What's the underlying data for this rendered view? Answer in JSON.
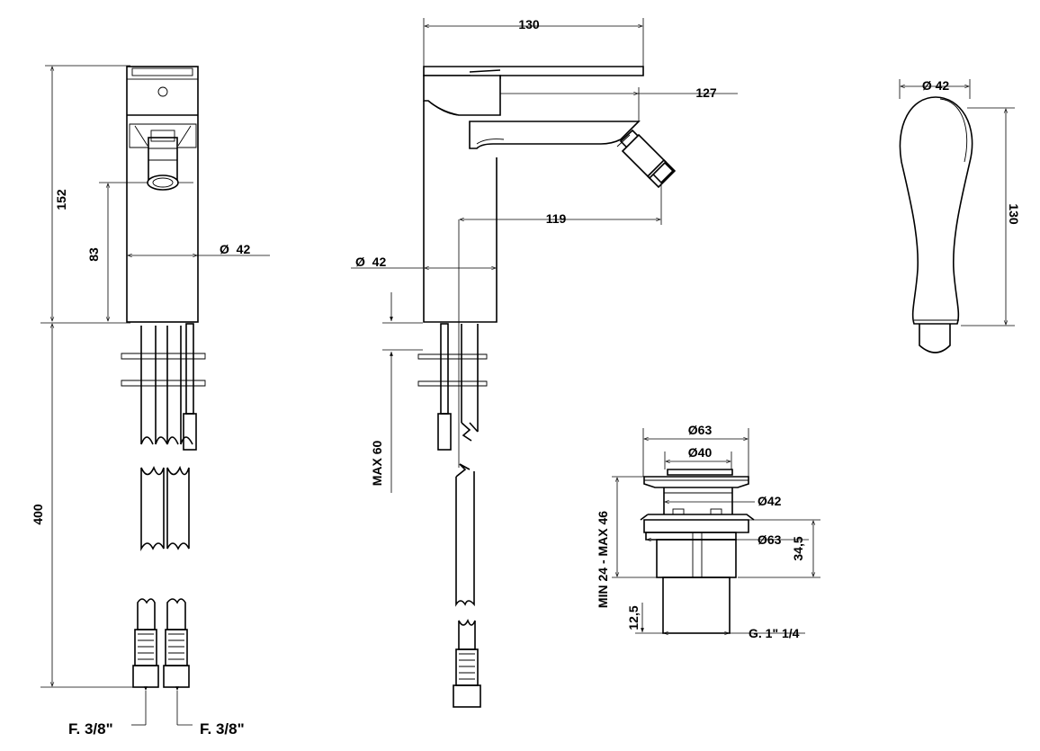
{
  "colors": {
    "ink": "#000000",
    "paper": "#ffffff"
  },
  "front_view": {
    "height_total": "152",
    "outlet_height": "83",
    "body_diameter": "Ø  42",
    "hose_length": "400",
    "connector_left": "F. 3/8\"",
    "connector_right": "F. 3/8\""
  },
  "side_view": {
    "total_length": "130",
    "spout_reach": "127",
    "outlet_reach": "119",
    "body_diameter": "Ø  42",
    "max_thickness": "MAX 60"
  },
  "handle_view": {
    "diameter": "Ø 42",
    "height": "130"
  },
  "waste_view": {
    "cap_diameter": "Ø63",
    "inner_diameter": "Ø40",
    "pipe_diameter": "Ø42",
    "flange_diameter": "Ø63",
    "flange_height": "34,5",
    "range": "MIN 24 - MAX 46",
    "thread_length": "12,5",
    "thread": "G. 1\" 1/4"
  }
}
